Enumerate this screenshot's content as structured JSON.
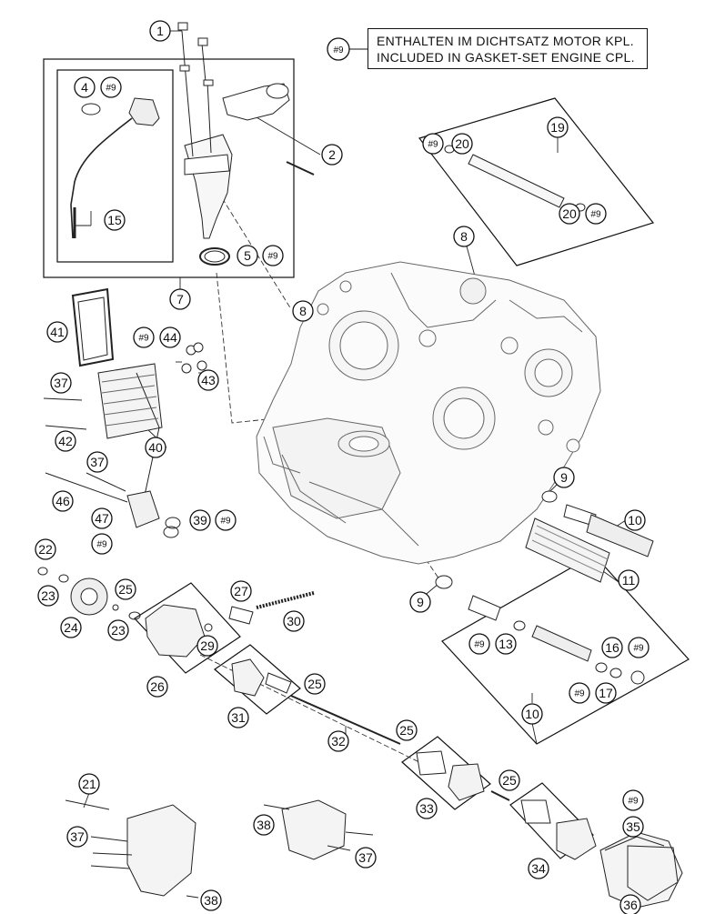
{
  "legend": {
    "marker": "#9",
    "line_de": "ENTHALTEN IM DICHTSATZ MOTOR KPL.",
    "line_en": "INCLUDED IN GASKET-SET ENGINE CPL."
  },
  "callouts": [
    {
      "id": "c1",
      "label": "1"
    },
    {
      "id": "c2",
      "label": "2"
    },
    {
      "id": "c4",
      "label": "4"
    },
    {
      "id": "c4g",
      "label": "#9"
    },
    {
      "id": "c5",
      "label": "5"
    },
    {
      "id": "c5g",
      "label": "#9"
    },
    {
      "id": "c7",
      "label": "7"
    },
    {
      "id": "c15",
      "label": "15"
    },
    {
      "id": "c19",
      "label": "19"
    },
    {
      "id": "c19ag",
      "label": "#9"
    },
    {
      "id": "c20a",
      "label": "20"
    },
    {
      "id": "c20b",
      "label": "20"
    },
    {
      "id": "c19bg",
      "label": "#9"
    },
    {
      "id": "c8a",
      "label": "8"
    },
    {
      "id": "c8b",
      "label": "8"
    },
    {
      "id": "c41",
      "label": "41"
    },
    {
      "id": "c44g",
      "label": "#9"
    },
    {
      "id": "c44",
      "label": "44"
    },
    {
      "id": "c43",
      "label": "43"
    },
    {
      "id": "c37a",
      "label": "37"
    },
    {
      "id": "c42",
      "label": "42"
    },
    {
      "id": "c40",
      "label": "40"
    },
    {
      "id": "c37b",
      "label": "37"
    },
    {
      "id": "c46",
      "label": "46"
    },
    {
      "id": "c47",
      "label": "47"
    },
    {
      "id": "c47g",
      "label": "#9"
    },
    {
      "id": "c39",
      "label": "39"
    },
    {
      "id": "c39g",
      "label": "#9"
    },
    {
      "id": "c9a",
      "label": "9"
    },
    {
      "id": "c10a",
      "label": "10"
    },
    {
      "id": "c11",
      "label": "11"
    },
    {
      "id": "c9b",
      "label": "9"
    },
    {
      "id": "c22",
      "label": "22"
    },
    {
      "id": "c23a",
      "label": "23"
    },
    {
      "id": "c25a",
      "label": "25"
    },
    {
      "id": "c24",
      "label": "24"
    },
    {
      "id": "c23b",
      "label": "23"
    },
    {
      "id": "c27",
      "label": "27"
    },
    {
      "id": "c30",
      "label": "30"
    },
    {
      "id": "c29",
      "label": "29"
    },
    {
      "id": "c26",
      "label": "26"
    },
    {
      "id": "c13g",
      "label": "#9"
    },
    {
      "id": "c13",
      "label": "13"
    },
    {
      "id": "c16",
      "label": "16"
    },
    {
      "id": "c16g",
      "label": "#9"
    },
    {
      "id": "c17g",
      "label": "#9"
    },
    {
      "id": "c17",
      "label": "17"
    },
    {
      "id": "c10b",
      "label": "10"
    },
    {
      "id": "c25b",
      "label": "25"
    },
    {
      "id": "c31",
      "label": "31"
    },
    {
      "id": "c32",
      "label": "32"
    },
    {
      "id": "c25c",
      "label": "25"
    },
    {
      "id": "c25d",
      "label": "25"
    },
    {
      "id": "c33",
      "label": "33"
    },
    {
      "id": "c21",
      "label": "21"
    },
    {
      "id": "c38a",
      "label": "38"
    },
    {
      "id": "c37c",
      "label": "37"
    },
    {
      "id": "c37d",
      "label": "37"
    },
    {
      "id": "c38b",
      "label": "38"
    },
    {
      "id": "c35g",
      "label": "#9"
    },
    {
      "id": "c35",
      "label": "35"
    },
    {
      "id": "c34",
      "label": "34"
    },
    {
      "id": "c36",
      "label": "36"
    }
  ]
}
